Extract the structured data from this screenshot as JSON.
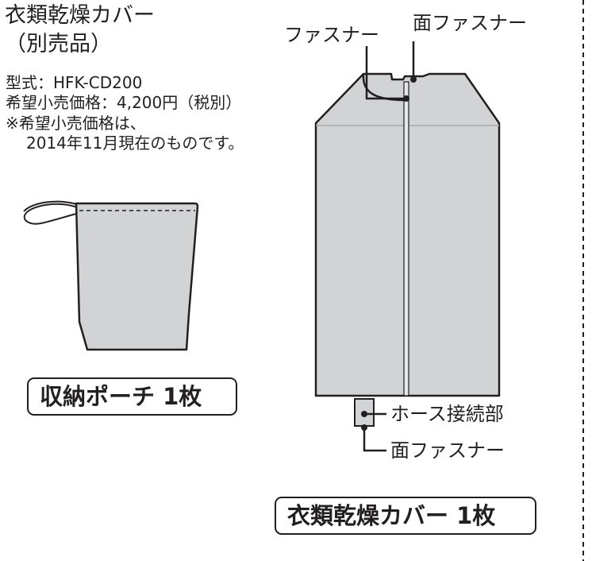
{
  "product": {
    "name_line1": "衣類乾燥カバー",
    "name_line2": "（別売品）",
    "model": "型式：HFK-CD200",
    "price": "希望小売価格：4,200円（税別）",
    "note_line1": "※希望小売価格は、",
    "note_line2": "2014年11月現在のものです。"
  },
  "pouch": {
    "caption": "収納ポーチ 1枚"
  },
  "cover": {
    "caption": "衣類乾燥カバー 1枚",
    "labels": {
      "zipper": "ファスナー",
      "top_hook_loop": "面ファスナー",
      "hose_connection": "ホース接続部",
      "bottom_hook_loop": "面ファスナー"
    }
  },
  "colors": {
    "fabric": "#d1d3d4",
    "line": "#231f20"
  }
}
